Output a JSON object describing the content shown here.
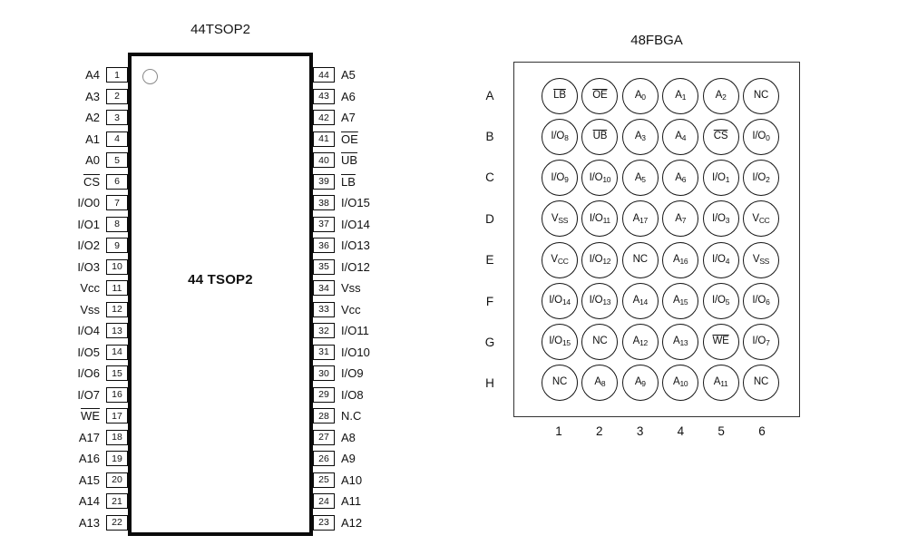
{
  "tsop": {
    "title": "44TSOP2",
    "chip_label": "44 TSOP2",
    "rows": [
      {
        "left": {
          "name": "A4",
          "bar": false,
          "num": "1"
        },
        "right": {
          "name": "A5",
          "bar": false,
          "num": "44"
        }
      },
      {
        "left": {
          "name": "A3",
          "bar": false,
          "num": "2"
        },
        "right": {
          "name": "A6",
          "bar": false,
          "num": "43"
        }
      },
      {
        "left": {
          "name": "A2",
          "bar": false,
          "num": "3"
        },
        "right": {
          "name": "A7",
          "bar": false,
          "num": "42"
        }
      },
      {
        "left": {
          "name": "A1",
          "bar": false,
          "num": "4"
        },
        "right": {
          "name": "OE",
          "bar": true,
          "num": "41"
        }
      },
      {
        "left": {
          "name": "A0",
          "bar": false,
          "num": "5"
        },
        "right": {
          "name": "UB",
          "bar": true,
          "num": "40"
        }
      },
      {
        "left": {
          "name": "CS",
          "bar": true,
          "num": "6"
        },
        "right": {
          "name": "LB",
          "bar": true,
          "num": "39"
        }
      },
      {
        "left": {
          "name": "I/O0",
          "bar": false,
          "num": "7"
        },
        "right": {
          "name": "I/O15",
          "bar": false,
          "num": "38"
        }
      },
      {
        "left": {
          "name": "I/O1",
          "bar": false,
          "num": "8"
        },
        "right": {
          "name": "I/O14",
          "bar": false,
          "num": "37"
        }
      },
      {
        "left": {
          "name": "I/O2",
          "bar": false,
          "num": "9"
        },
        "right": {
          "name": "I/O13",
          "bar": false,
          "num": "36"
        }
      },
      {
        "left": {
          "name": "I/O3",
          "bar": false,
          "num": "10"
        },
        "right": {
          "name": "I/O12",
          "bar": false,
          "num": "35"
        }
      },
      {
        "left": {
          "name": "Vcc",
          "bar": false,
          "num": "11"
        },
        "right": {
          "name": "Vss",
          "bar": false,
          "num": "34"
        }
      },
      {
        "left": {
          "name": "Vss",
          "bar": false,
          "num": "12"
        },
        "right": {
          "name": "Vcc",
          "bar": false,
          "num": "33"
        }
      },
      {
        "left": {
          "name": "I/O4",
          "bar": false,
          "num": "13"
        },
        "right": {
          "name": "I/O11",
          "bar": false,
          "num": "32"
        }
      },
      {
        "left": {
          "name": "I/O5",
          "bar": false,
          "num": "14"
        },
        "right": {
          "name": "I/O10",
          "bar": false,
          "num": "31"
        }
      },
      {
        "left": {
          "name": "I/O6",
          "bar": false,
          "num": "15"
        },
        "right": {
          "name": "I/O9",
          "bar": false,
          "num": "30"
        }
      },
      {
        "left": {
          "name": "I/O7",
          "bar": false,
          "num": "16"
        },
        "right": {
          "name": "I/O8",
          "bar": false,
          "num": "29"
        }
      },
      {
        "left": {
          "name": "WE",
          "bar": true,
          "num": "17"
        },
        "right": {
          "name": "N.C",
          "bar": false,
          "num": "28"
        }
      },
      {
        "left": {
          "name": "A17",
          "bar": false,
          "num": "18"
        },
        "right": {
          "name": "A8",
          "bar": false,
          "num": "27"
        }
      },
      {
        "left": {
          "name": "A16",
          "bar": false,
          "num": "19"
        },
        "right": {
          "name": "A9",
          "bar": false,
          "num": "26"
        }
      },
      {
        "left": {
          "name": "A15",
          "bar": false,
          "num": "20"
        },
        "right": {
          "name": "A10",
          "bar": false,
          "num": "25"
        }
      },
      {
        "left": {
          "name": "A14",
          "bar": false,
          "num": "21"
        },
        "right": {
          "name": "A11",
          "bar": false,
          "num": "24"
        }
      },
      {
        "left": {
          "name": "A13",
          "bar": false,
          "num": "22"
        },
        "right": {
          "name": "A12",
          "bar": false,
          "num": "23"
        }
      }
    ]
  },
  "fbga": {
    "title": "48FBGA",
    "columns": [
      "1",
      "2",
      "3",
      "4",
      "5",
      "6"
    ],
    "rows": [
      {
        "label": "A",
        "balls": [
          {
            "base": "LB",
            "sub": "",
            "bar": true
          },
          {
            "base": "OE",
            "sub": "",
            "bar": true
          },
          {
            "base": "A",
            "sub": "0",
            "bar": false
          },
          {
            "base": "A",
            "sub": "1",
            "bar": false
          },
          {
            "base": "A",
            "sub": "2",
            "bar": false
          },
          {
            "base": "NC",
            "sub": "",
            "bar": false
          }
        ]
      },
      {
        "label": "B",
        "balls": [
          {
            "base": "I/O",
            "sub": "8",
            "bar": false
          },
          {
            "base": "UB",
            "sub": "",
            "bar": true
          },
          {
            "base": "A",
            "sub": "3",
            "bar": false
          },
          {
            "base": "A",
            "sub": "4",
            "bar": false
          },
          {
            "base": "CS",
            "sub": "",
            "bar": true
          },
          {
            "base": "I/O",
            "sub": "0",
            "bar": false
          }
        ]
      },
      {
        "label": "C",
        "balls": [
          {
            "base": "I/O",
            "sub": "9",
            "bar": false
          },
          {
            "base": "I/O",
            "sub": "10",
            "bar": false
          },
          {
            "base": "A",
            "sub": "5",
            "bar": false
          },
          {
            "base": "A",
            "sub": "6",
            "bar": false
          },
          {
            "base": "I/O",
            "sub": "1",
            "bar": false
          },
          {
            "base": "I/O",
            "sub": "2",
            "bar": false
          }
        ]
      },
      {
        "label": "D",
        "balls": [
          {
            "base": "V",
            "sub": "SS",
            "bar": false
          },
          {
            "base": "I/O",
            "sub": "11",
            "bar": false
          },
          {
            "base": "A",
            "sub": "17",
            "bar": false
          },
          {
            "base": "A",
            "sub": "7",
            "bar": false
          },
          {
            "base": "I/O",
            "sub": "3",
            "bar": false
          },
          {
            "base": "V",
            "sub": "CC",
            "bar": false
          }
        ]
      },
      {
        "label": "E",
        "balls": [
          {
            "base": "V",
            "sub": "CC",
            "bar": false
          },
          {
            "base": "I/O",
            "sub": "12",
            "bar": false
          },
          {
            "base": "NC",
            "sub": "",
            "bar": false
          },
          {
            "base": "A",
            "sub": "16",
            "bar": false
          },
          {
            "base": "I/O",
            "sub": "4",
            "bar": false
          },
          {
            "base": "V",
            "sub": "SS",
            "bar": false
          }
        ]
      },
      {
        "label": "F",
        "balls": [
          {
            "base": "I/O",
            "sub": "14",
            "bar": false
          },
          {
            "base": "I/O",
            "sub": "13",
            "bar": false
          },
          {
            "base": "A",
            "sub": "14",
            "bar": false
          },
          {
            "base": "A",
            "sub": "15",
            "bar": false
          },
          {
            "base": "I/O",
            "sub": "5",
            "bar": false
          },
          {
            "base": "I/O",
            "sub": "6",
            "bar": false
          }
        ]
      },
      {
        "label": "G",
        "balls": [
          {
            "base": "I/O",
            "sub": "15",
            "bar": false
          },
          {
            "base": "NC",
            "sub": "",
            "bar": false
          },
          {
            "base": "A",
            "sub": "12",
            "bar": false
          },
          {
            "base": "A",
            "sub": "13",
            "bar": false
          },
          {
            "base": "WE",
            "sub": "",
            "bar": true
          },
          {
            "base": "I/O",
            "sub": "7",
            "bar": false
          }
        ]
      },
      {
        "label": "H",
        "balls": [
          {
            "base": "NC",
            "sub": "",
            "bar": false
          },
          {
            "base": "A",
            "sub": "8",
            "bar": false
          },
          {
            "base": "A",
            "sub": "9",
            "bar": false
          },
          {
            "base": "A",
            "sub": "10",
            "bar": false
          },
          {
            "base": "A",
            "sub": "11",
            "bar": false
          },
          {
            "base": "NC",
            "sub": "",
            "bar": false
          }
        ]
      }
    ]
  }
}
